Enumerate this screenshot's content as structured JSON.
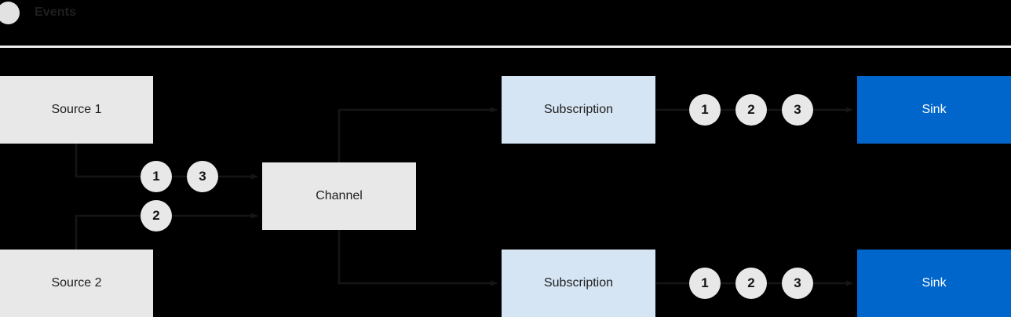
{
  "legend": {
    "swatch_icon": "circle-marker-icon",
    "swatch_color": "#e2e2e2",
    "label": "Events"
  },
  "palette": {
    "background": "#000000",
    "source_fill": "#e8e8e8",
    "channel_fill": "#e8e8e8",
    "subscription_fill": "#d6e5f4",
    "sink_fill": "#0066cc",
    "sink_text": "#ffffff",
    "event_circle_fill": "#e8e8e8",
    "connector_stroke": "#151515",
    "divider": "#eceded"
  },
  "diagram": {
    "title": "Events",
    "nodes": {
      "source_1": {
        "label": "Source 1",
        "type": "source"
      },
      "source_2": {
        "label": "Source 2",
        "type": "source"
      },
      "channel": {
        "label": "Channel",
        "type": "channel"
      },
      "subscription_top": {
        "label": "Subscription",
        "type": "subscription"
      },
      "subscription_bottom": {
        "label": "Subscription",
        "type": "subscription"
      },
      "sink_top": {
        "label": "Sink",
        "type": "sink"
      },
      "sink_bottom": {
        "label": "Sink",
        "type": "sink"
      }
    },
    "event_markers": {
      "source1_to_channel": [
        "1",
        "3"
      ],
      "source2_to_channel": [
        "2"
      ],
      "subscription_top_to_sink": [
        "1",
        "2",
        "3"
      ],
      "subscription_bottom_to_sink": [
        "1",
        "2",
        "3"
      ]
    }
  }
}
